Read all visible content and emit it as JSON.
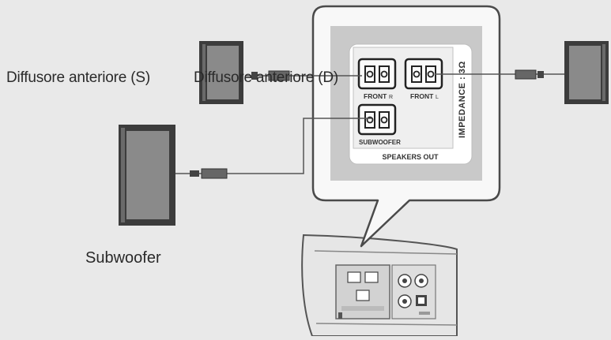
{
  "labels": {
    "front_left": "Diffusore anteriore (S)",
    "front_right": "Diffusore anteriore (D)",
    "subwoofer": "Subwoofer"
  },
  "panel": {
    "front_r": "FRONT",
    "front_r_mark": "R",
    "front_l": "FRONT",
    "front_l_mark": "L",
    "subwoofer": "SUBWOOFER",
    "impedance": "IMPEDANCE : 3Ω",
    "speakers_out": "SPEAKERS OUT"
  },
  "colors": {
    "background": "#e9e9e9",
    "speaker_dark": "#3c3c3c",
    "speaker_face": "#8a8a8a",
    "panel_gray": "#c9c9c9",
    "cable": "#555555"
  }
}
